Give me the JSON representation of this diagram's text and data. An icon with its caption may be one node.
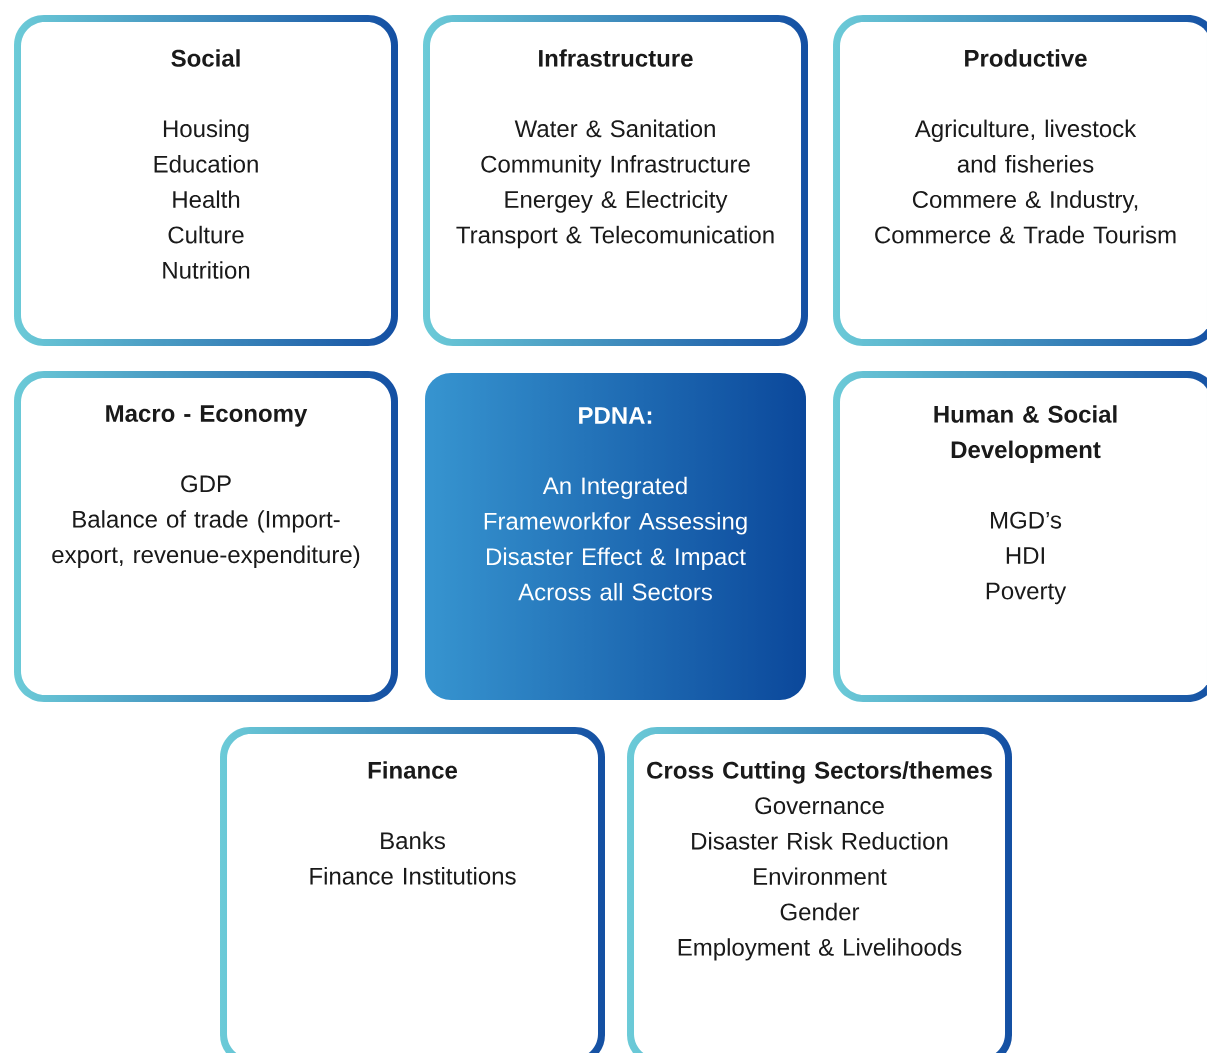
{
  "diagram": {
    "nodes": [
      {
        "text": [
          "Social",
          "Housing",
          "Education",
          "Health",
          "Culture",
          "Nutrition"
        ]
      },
      {
        "text": [
          "Infrastructure",
          "Water & Sanitation",
          "Community Infrastructure",
          "Energey & Electricity",
          "Transport & Telecomunication"
        ]
      },
      {
        "text": [
          "Productive",
          "Agriculture, livestock and fisheries",
          "Commere & Industry,",
          "Commerce & Trade Tourism"
        ]
      },
      {
        "text": [
          "Macro - Economy",
          "GDP",
          "Balance of trade (Import-export, revenue-expenditure)"
        ]
      },
      {
        "text": [
          "PDNA:",
          "An Integrated Frameworkfor Assessing Disaster Effect & Impact Across all Sectors"
        ]
      },
      {
        "text": [
          "Human & Social Development",
          "MGD’s",
          "HDI",
          "Poverty"
        ]
      },
      {
        "text": [
          "Finance",
          "Banks",
          "Finance Institutions"
        ]
      },
      {
        "text": [
          "Cross Cutting Sectors/themes",
          "Governance",
          "Disaster Risk Reduction",
          "Environment",
          "Gender",
          "Employment & Livelihoods"
        ]
      }
    ]
  }
}
